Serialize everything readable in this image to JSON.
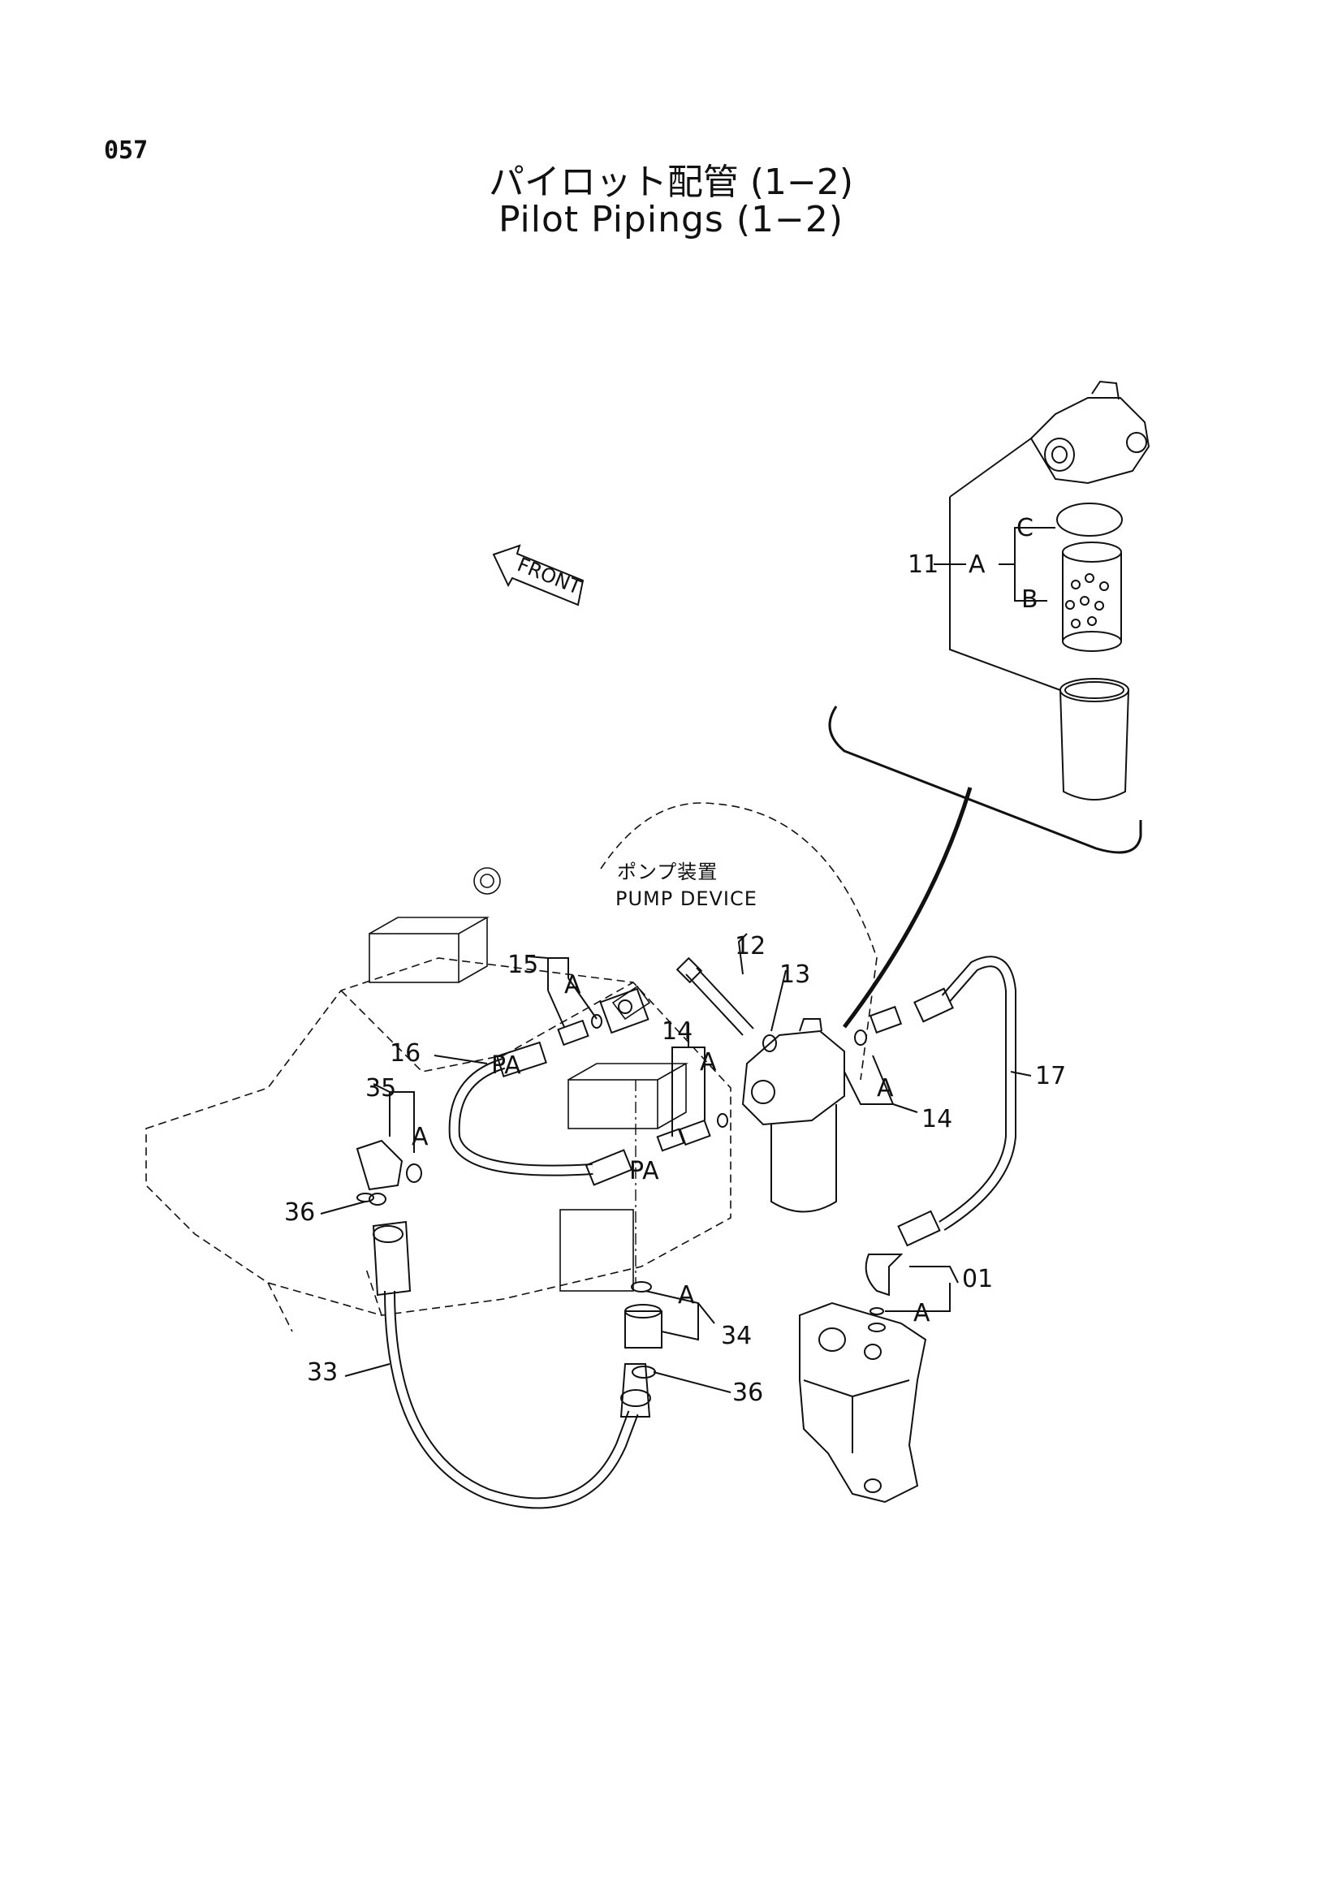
{
  "page_number": "057",
  "title_jp": "パイロット配管 (1−2)",
  "title_en": "Pilot Pipings (1−2)",
  "front_label": "FRONT",
  "pump_device_jp": "ポンプ装置",
  "pump_device_en": "PUMP DEVICE",
  "callouts": {
    "c01": "01",
    "c11": "11",
    "c12": "12",
    "c13": "13",
    "c14a": "14",
    "c14b": "14",
    "c15": "15",
    "c16": "16",
    "c17": "17",
    "c33": "33",
    "c34": "34",
    "c35": "35",
    "c36a": "36",
    "c36b": "36"
  },
  "sublabels": {
    "a": "A",
    "b": "B",
    "c": "C",
    "pa": "PA"
  }
}
